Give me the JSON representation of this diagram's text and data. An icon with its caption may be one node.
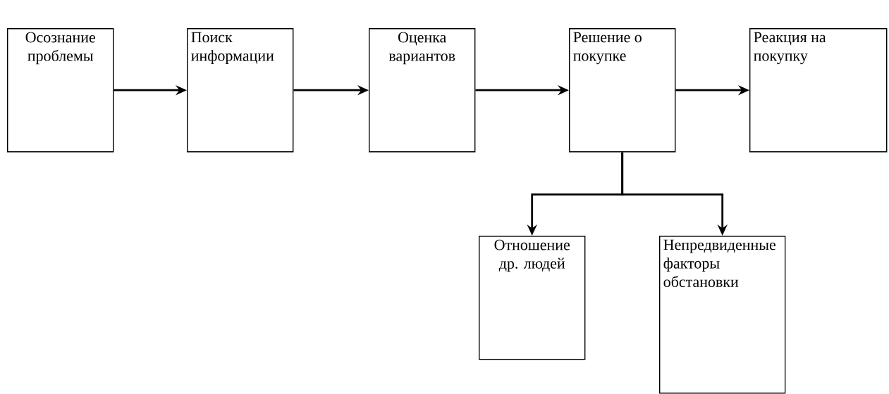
{
  "diagram": {
    "nodes": [
      {
        "text": [
          "Осознание проблемы"
        ]
      },
      {
        "text": [
          "Поиск информации"
        ]
      },
      {
        "text": [
          "Оценка вариантов"
        ]
      },
      {
        "text": [
          "Решение о покупке"
        ]
      },
      {
        "text": [
          "Реакция на покупку"
        ]
      },
      {
        "text": [
          "Отношение др. людей"
        ]
      },
      {
        "text": [
          "Непредвиденные факторы обстановки"
        ]
      }
    ],
    "edges": [
      {
        "from": 0,
        "to": 1,
        "arrow": "to"
      },
      {
        "from": 1,
        "to": 2,
        "arrow": "to"
      },
      {
        "from": 2,
        "to": 3,
        "arrow": "to"
      },
      {
        "from": 3,
        "to": 4,
        "arrow": "to"
      },
      {
        "from": 3,
        "to": 5,
        "arrow": "to"
      },
      {
        "from": 3,
        "to": 6,
        "arrow": "to"
      }
    ]
  }
}
